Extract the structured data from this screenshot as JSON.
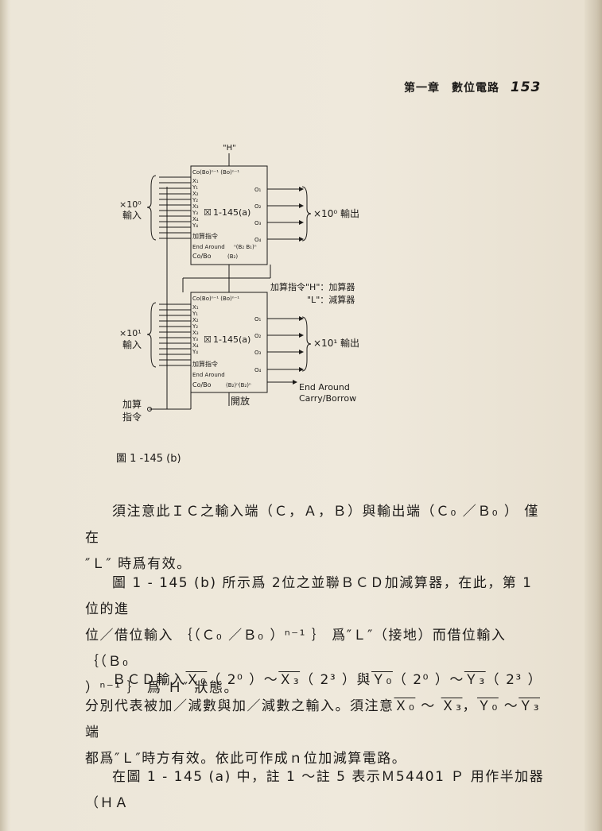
{
  "header": {
    "chapter": "第一章　數位電路",
    "page_number": "153"
  },
  "figure": {
    "top_h_label": "\"H\"",
    "chip_label": "1-145(a)",
    "chip_symbol": "☒",
    "upper_chip": {
      "carry_in": "Co(Bo)ⁿ⁻¹ (Bo)ⁿ⁻¹",
      "inputs": [
        "X₁",
        "Y₁",
        "X₂",
        "Y₂",
        "X₃",
        "Y₃",
        "X₄",
        "Y₄"
      ],
      "outputs": [
        "O₁",
        "O₂",
        "O₃",
        "O₄"
      ],
      "ctrl": "加算指令",
      "end_around": "End Around",
      "carry_out": "Co/Bo",
      "b_out": "(B₂)",
      "b_mid": "ⁿ(B₂ B₁)ⁿ"
    },
    "lower_chip": {
      "carry_in": "Co(Bo)ⁿ⁻¹ (Bo)ⁿ⁻¹",
      "inputs": [
        "X₁",
        "Y₁",
        "X₂",
        "Y₂",
        "X₃",
        "Y₃",
        "X₄",
        "Y₄"
      ],
      "outputs": [
        "O₁",
        "O₂",
        "O₃",
        "O₄"
      ],
      "ctrl": "加算指令",
      "end_around": "End Around",
      "carry_out": "Co/Bo",
      "b_out": "(B₂)ⁿ(B₂)ⁿ"
    },
    "upper_input_label": [
      "×10⁰",
      "輸入"
    ],
    "upper_output_label": "×10⁰ 輸出",
    "lower_input_label": [
      "×10¹",
      "輸入"
    ],
    "lower_output_label": "×10¹ 輸出",
    "legend_h": "加算指令\"H\"：加算器",
    "legend_l": "\"L\"：減算器",
    "end_around_label": [
      "End Around",
      "Carry/Borrow"
    ],
    "open_label": "開放",
    "add_cmd_label": [
      "加算",
      "指令"
    ]
  },
  "caption": "圖 1 -145 (b)",
  "paragraphs": {
    "p1_line1": "須注意此ＩＣ之輸入端（Ｃ，Ａ，Ｂ）與輸出端（Ｃ₀ ／Ｂ₀ ） 僅在",
    "p1_line2": "″Ｌ″ 時爲有效。",
    "p2_line1": "圖 1 - 145 (b) 所示爲 2位之並聯ＢＣＤ加減算器，在此，第 1 位的進",
    "p2_line2": "位／借位輸入 ｛（Ｃ₀ ／Ｂ₀ ）ⁿ⁻¹ ｝ 爲″Ｌ″（接地）而借位輸入 ｛（Ｂ₀",
    "p2_line3": "）ⁿ⁻¹ ｝ 爲″Ｈ″ 狀態。",
    "p3_line1_a": "ＢＣＤ輸入",
    "p3_x0": "Ｘ₀",
    "p3_line1_b": "（ 2⁰ ）～",
    "p3_x3": "Ｘ₃",
    "p3_line1_c": "（ 2³ ）與",
    "p3_y0": "Ｙ₀",
    "p3_line1_d": "（ 2⁰ ）～",
    "p3_y3": "Ｙ₃",
    "p3_line1_e": "（ 2³ ）",
    "p3_line2_a": "分別代表被加／減數與加／減數之輸入。須注意",
    "p3_line2_x0": "Ｘ₀",
    "p3_line2_b": " ～ ",
    "p3_line2_x3": "Ｘ₃",
    "p3_line2_c": "，",
    "p3_line2_y0": "Ｙ₀",
    "p3_line2_d": " ～",
    "p3_line2_y3": "Ｙ₃",
    "p3_line2_e": " 端",
    "p3_line3": "都爲″Ｌ″時方有效。依此可作成ｎ位加減算電路。",
    "p4_line1": "在圖 1 - 145 (a) 中，註 1 ～註 5 表示Ｍ54401 Ｐ 用作半加器（ＨＡ"
  }
}
